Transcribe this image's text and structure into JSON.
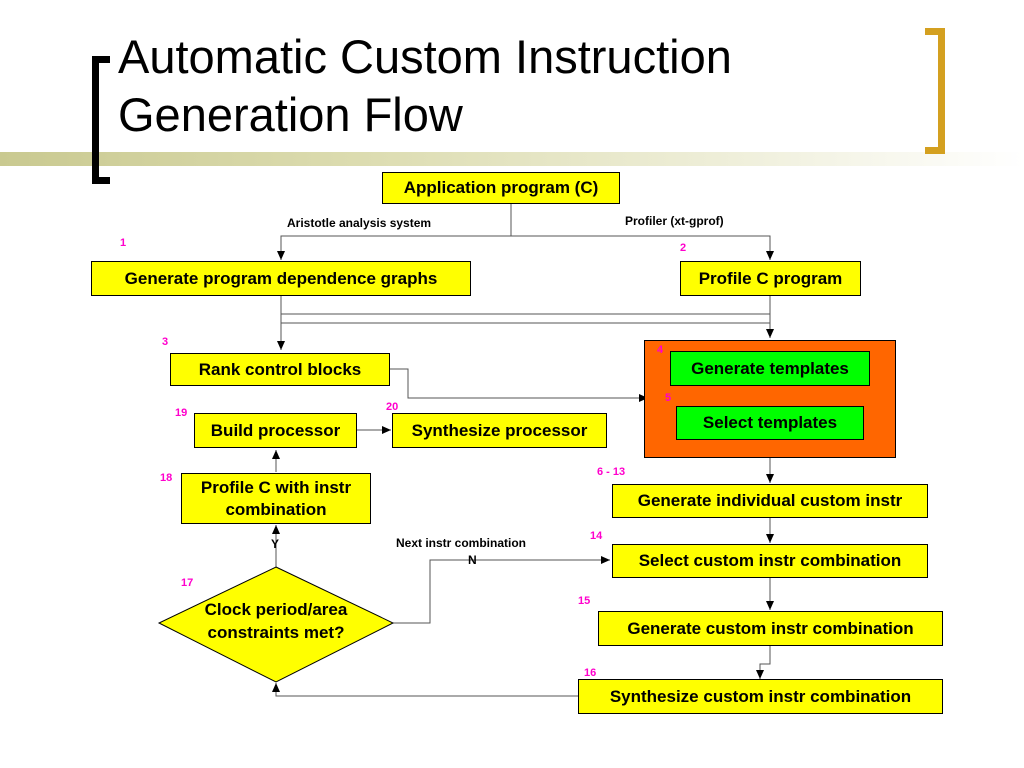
{
  "slide": {
    "title_line1": "Automatic Custom Instruction",
    "title_line2": "Generation Flow"
  },
  "nodes": {
    "app_program": "Application program (C)",
    "gen_pdg": "Generate program dependence graphs",
    "profile_c": "Profile C program",
    "rank_blocks": "Rank control blocks",
    "gen_templates": "Generate templates",
    "select_templates": "Select templates",
    "build_processor": "Build processor",
    "synth_processor": "Synthesize processor",
    "profile_instr_line1": "Profile C with instr",
    "profile_instr_line2": "combination",
    "gen_individual": "Generate individual custom instr",
    "select_combo": "Select custom instr combination",
    "gen_combo": "Generate custom instr combination",
    "synth_combo": "Synthesize custom instr combination",
    "decision_line1": "Clock period/area",
    "decision_line2": "constraints met?"
  },
  "edge_labels": {
    "aristotle": "Aristotle analysis system",
    "profiler": "Profiler (xt-gprof)",
    "next_combo": "Next instr combination",
    "no": "N",
    "yes": "Y"
  },
  "step_numbers": {
    "s1": "1",
    "s2": "2",
    "s3": "3",
    "s4": "4",
    "s5": "5",
    "s6_13": "6 - 13",
    "s14": "14",
    "s15": "15",
    "s16": "16",
    "s17": "17",
    "s18": "18",
    "s19": "19",
    "s20": "20"
  },
  "colors": {
    "box_fill": "#ffff00",
    "template_box_fill": "#00ff00",
    "template_panel": "#ff6600",
    "step_number": "#ff00cc",
    "bracket_right": "#d4a020"
  }
}
